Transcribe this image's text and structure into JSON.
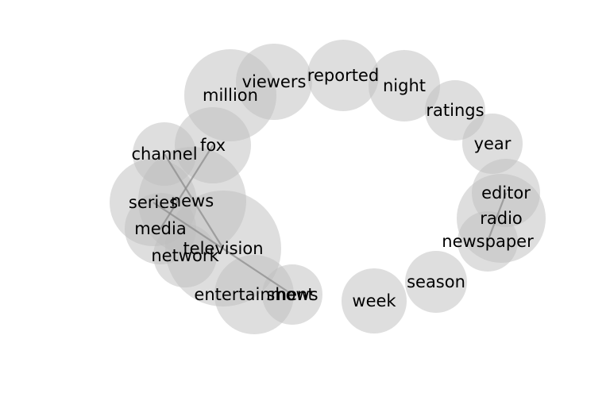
{
  "graph": {
    "nodes": [
      {
        "id": "million",
        "label": "million"
      },
      {
        "id": "viewers",
        "label": "viewers"
      },
      {
        "id": "reported",
        "label": "reported"
      },
      {
        "id": "night",
        "label": "night"
      },
      {
        "id": "ratings",
        "label": "ratings"
      },
      {
        "id": "year",
        "label": "year"
      },
      {
        "id": "fox",
        "label": "fox"
      },
      {
        "id": "channel",
        "label": "channel"
      },
      {
        "id": "news",
        "label": "news"
      },
      {
        "id": "series",
        "label": "series"
      },
      {
        "id": "media",
        "label": "media"
      },
      {
        "id": "television",
        "label": "television"
      },
      {
        "id": "network",
        "label": "network"
      },
      {
        "id": "entertainment",
        "label": "entertainment"
      },
      {
        "id": "shows",
        "label": "shows"
      },
      {
        "id": "week",
        "label": "week"
      },
      {
        "id": "season",
        "label": "season"
      },
      {
        "id": "editor",
        "label": "editor"
      },
      {
        "id": "radio",
        "label": "radio"
      },
      {
        "id": "newspaper",
        "label": "newspaper"
      }
    ],
    "edges": [
      [
        "channel",
        "television"
      ],
      [
        "fox",
        "media"
      ],
      [
        "series",
        "shows"
      ],
      [
        "editor",
        "newspaper"
      ]
    ]
  }
}
